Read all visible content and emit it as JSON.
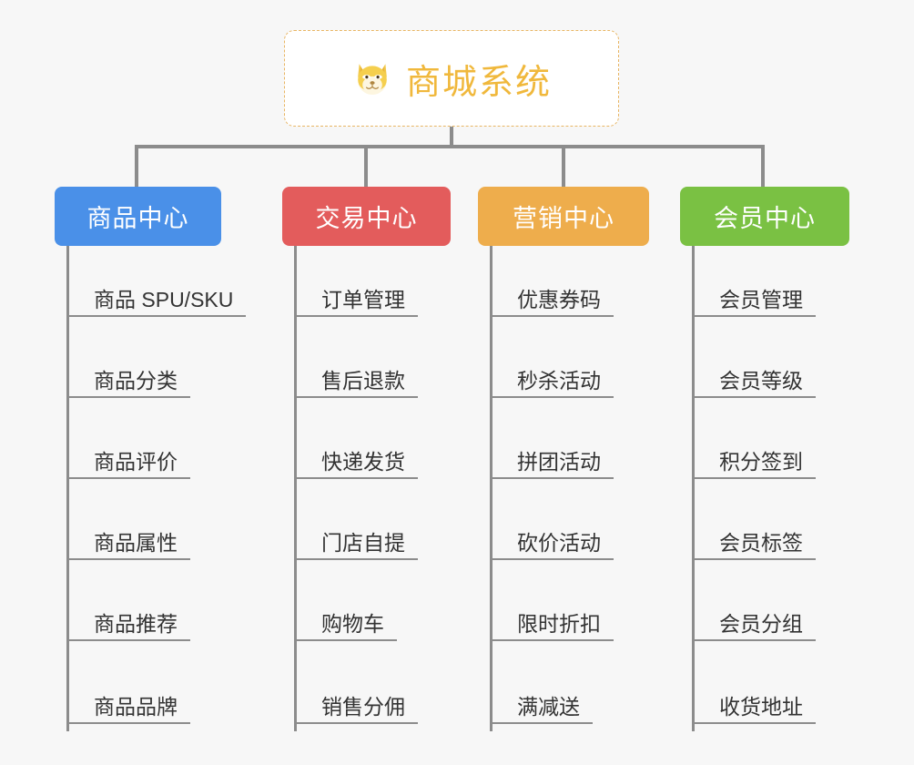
{
  "page": {
    "background": "#f7f7f7",
    "line_color": "#8c8c8c",
    "text_color": "#333333"
  },
  "root": {
    "title": "商城系统",
    "icon": "dog-face-icon",
    "emoji": "🐶",
    "border_color": "#e8b563",
    "title_color": "#f0b83c",
    "background": "#ffffff"
  },
  "branches": [
    {
      "label": "商品中心",
      "color": "#4a90e8",
      "items": [
        "商品 SPU/SKU",
        "商品分类",
        "商品评价",
        "商品属性",
        "商品推荐",
        "商品品牌"
      ]
    },
    {
      "label": "交易中心",
      "color": "#e35c5c",
      "items": [
        "订单管理",
        "售后退款",
        "快递发货",
        "门店自提",
        "购物车",
        "销售分佣"
      ]
    },
    {
      "label": "营销中心",
      "color": "#eead4c",
      "items": [
        "优惠券码",
        "秒杀活动",
        "拼团活动",
        "砍价活动",
        "限时折扣",
        "满减送"
      ]
    },
    {
      "label": "会员中心",
      "color": "#7ac143",
      "items": [
        "会员管理",
        "会员等级",
        "积分签到",
        "会员标签",
        "会员分组",
        "收货地址"
      ]
    }
  ]
}
